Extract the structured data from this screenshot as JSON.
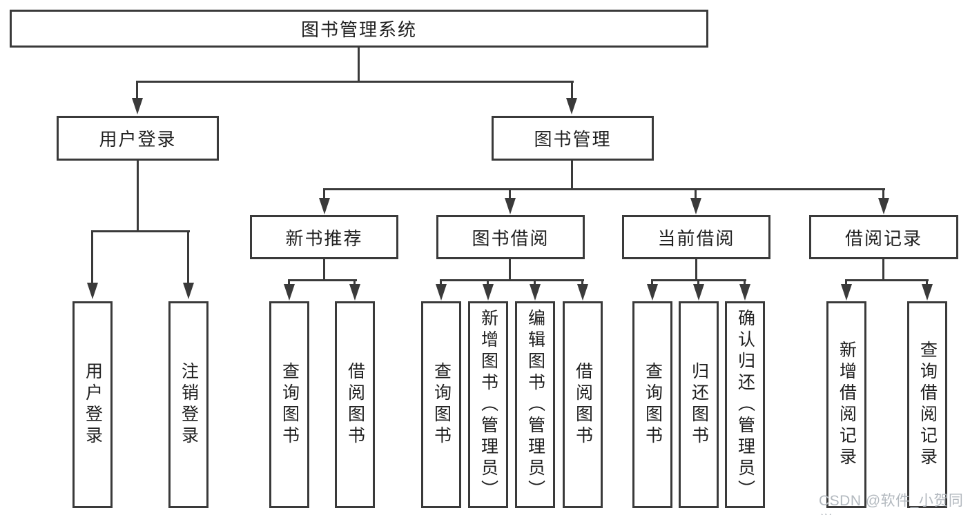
{
  "diagram": {
    "root": {
      "label": "图书管理系统"
    },
    "level2": [
      {
        "label": "用户登录"
      },
      {
        "label": "图书管理"
      }
    ],
    "level3": [
      {
        "label": "新书推荐"
      },
      {
        "label": "图书借阅"
      },
      {
        "label": "当前借阅"
      },
      {
        "label": "借阅记录"
      }
    ],
    "leaves": {
      "user_login": [
        "用户登录",
        "注销登录"
      ],
      "new_book_recommend": [
        "查询图书",
        "借阅图书"
      ],
      "book_borrow": [
        "查询图书",
        "新增图书（管理员）",
        "编辑图书（管理员）",
        "借阅图书"
      ],
      "current_borrow": [
        "查询图书",
        "归还图书",
        "确认归还（管理员）"
      ],
      "borrow_record": [
        "新增借阅记录",
        "查询借阅记录"
      ]
    }
  },
  "watermark": "CSDN @软件_小贺同学",
  "colors": {
    "line": "#3a3a3a",
    "text": "#1f1f1f",
    "watermark": "#b3b9bf",
    "background": "#ffffff"
  }
}
